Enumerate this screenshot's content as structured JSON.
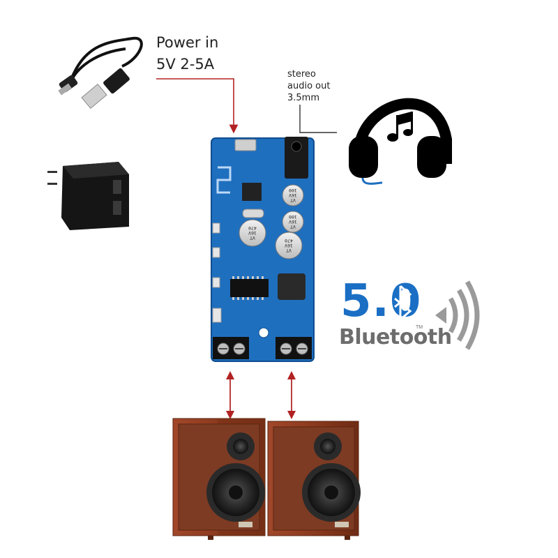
{
  "labels": {
    "power_line1": "Power in",
    "power_line2": "5V 2-5A",
    "audio_line1": "stereo",
    "audio_line2": "audio out",
    "audio_line3": "3.5mm"
  },
  "bluetooth_logo": {
    "version": "5.0",
    "word": "Bluetooth",
    "trademark": "TM"
  },
  "capacitors": [
    {
      "value": "100",
      "voltage": "16V",
      "mark": "VT"
    },
    {
      "value": "100",
      "voltage": "16V",
      "mark": "VT"
    },
    {
      "value": "470",
      "voltage": "16V",
      "mark": "VT"
    },
    {
      "value": "470",
      "voltage": "16V",
      "mark": "VT"
    }
  ],
  "colors": {
    "arrow": "#b22222",
    "board": "#1f6fbf",
    "bluetooth_blue": "#1a6fc4",
    "bluetooth_gray": "#6d6d6d",
    "speaker_wood": "#8b3a1e"
  },
  "icons": [
    "usb-cable-icon",
    "wall-charger-icon",
    "headphones-icon",
    "music-note-icon",
    "bluetooth-rune-icon",
    "signal-waves-icon",
    "speaker-icon"
  ]
}
